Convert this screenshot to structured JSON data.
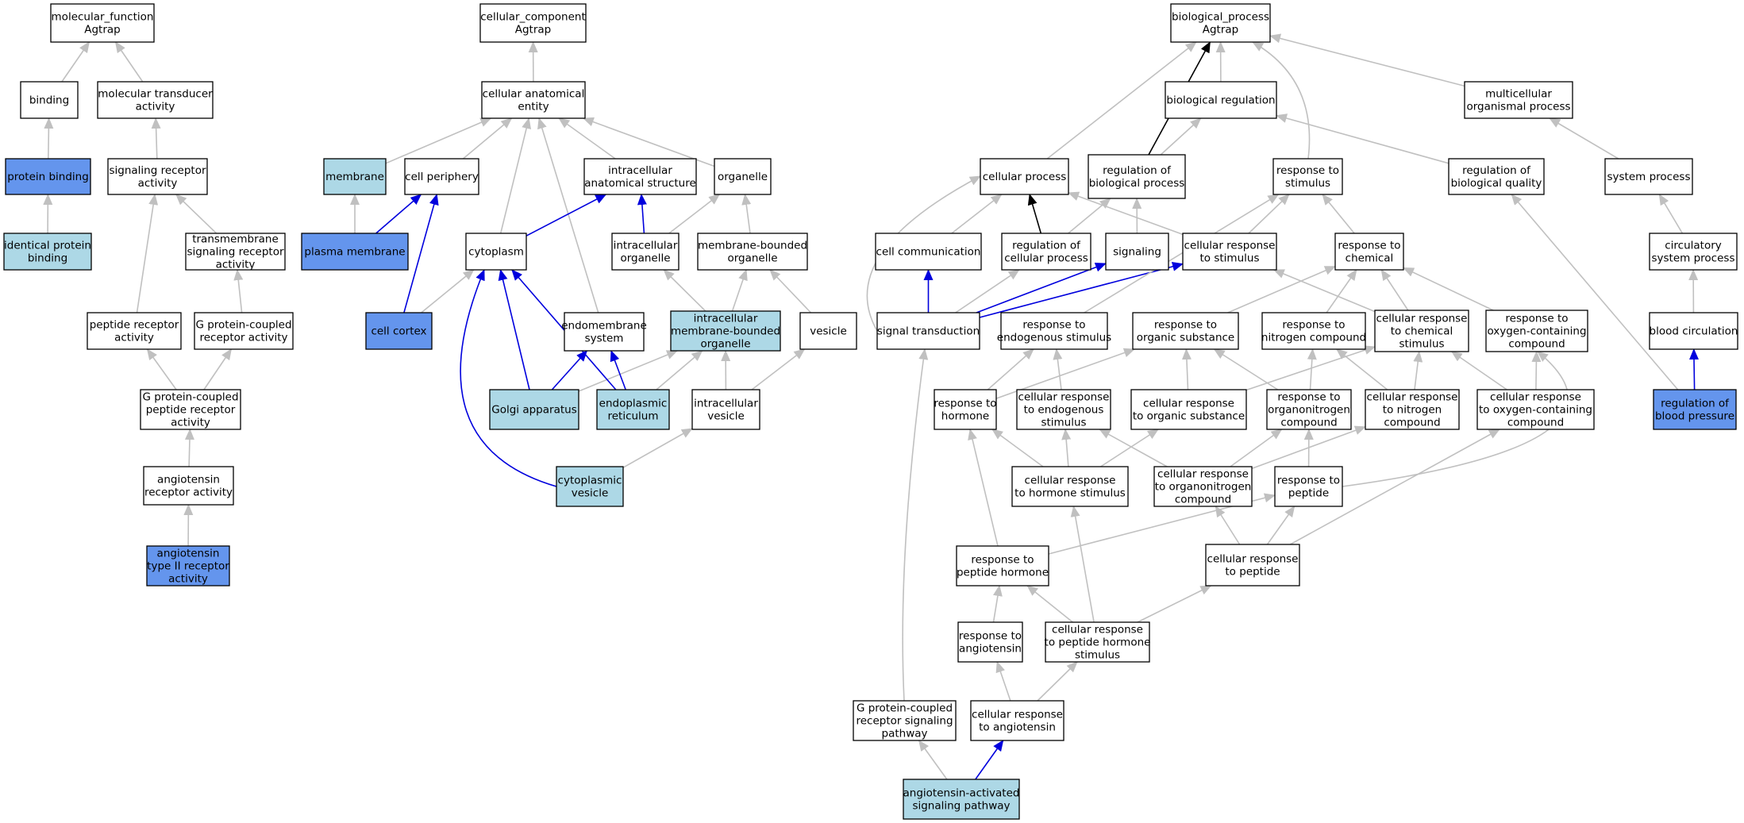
{
  "colors": {
    "default_fill": "#ffffff",
    "associated_fill": "#6495ed",
    "ancestor_fill": "#add8e6",
    "is_a_edge": "#c0c0c0",
    "part_of_edge": "#0000dd",
    "regulates_edge": "#000000"
  },
  "nodes": {
    "mf": {
      "lines": [
        "molecular_function",
        "Agtrap"
      ],
      "kind": "default"
    },
    "binding": {
      "lines": [
        "binding"
      ],
      "kind": "default"
    },
    "mtact": {
      "lines": [
        "molecular transducer",
        "activity"
      ],
      "kind": "default"
    },
    "protbind": {
      "lines": [
        "protein binding"
      ],
      "kind": "associated"
    },
    "sigrec": {
      "lines": [
        "signaling receptor",
        "activity"
      ],
      "kind": "default"
    },
    "idprot": {
      "lines": [
        "identical protein",
        "binding"
      ],
      "kind": "ancestor"
    },
    "tmsig": {
      "lines": [
        "transmembrane",
        "signaling receptor",
        "activity"
      ],
      "kind": "default"
    },
    "peprec": {
      "lines": [
        "peptide receptor",
        "activity"
      ],
      "kind": "default"
    },
    "gpcract": {
      "lines": [
        "G protein-coupled",
        "receptor activity"
      ],
      "kind": "default"
    },
    "gpcrpep": {
      "lines": [
        "G protein-coupled",
        "peptide receptor",
        "activity"
      ],
      "kind": "default"
    },
    "angrec": {
      "lines": [
        "angiotensin",
        "receptor activity"
      ],
      "kind": "default"
    },
    "angii": {
      "lines": [
        "angiotensin",
        "type II receptor",
        "activity"
      ],
      "kind": "associated"
    },
    "cc": {
      "lines": [
        "cellular_component",
        "Agtrap"
      ],
      "kind": "default"
    },
    "cae": {
      "lines": [
        "cellular anatomical",
        "entity"
      ],
      "kind": "default"
    },
    "membrane": {
      "lines": [
        "membrane"
      ],
      "kind": "ancestor"
    },
    "cellper": {
      "lines": [
        "cell periphery"
      ],
      "kind": "default"
    },
    "intras": {
      "lines": [
        "intracellular",
        "anatomical structure"
      ],
      "kind": "default"
    },
    "organelle": {
      "lines": [
        "organelle"
      ],
      "kind": "default"
    },
    "plasma": {
      "lines": [
        "plasma membrane"
      ],
      "kind": "associated"
    },
    "cytoplasm": {
      "lines": [
        "cytoplasm"
      ],
      "kind": "default"
    },
    "intorg": {
      "lines": [
        "intracellular",
        "organelle"
      ],
      "kind": "default"
    },
    "mbo": {
      "lines": [
        "membrane-bounded",
        "organelle"
      ],
      "kind": "default"
    },
    "cortex": {
      "lines": [
        "cell cortex"
      ],
      "kind": "associated"
    },
    "endosys": {
      "lines": [
        "endomembrane",
        "system"
      ],
      "kind": "default"
    },
    "imbo": {
      "lines": [
        "intracellular",
        "membrane-bounded",
        "organelle"
      ],
      "kind": "ancestor"
    },
    "vesicle": {
      "lines": [
        "vesicle"
      ],
      "kind": "default"
    },
    "golgi": {
      "lines": [
        "Golgi apparatus"
      ],
      "kind": "ancestor"
    },
    "er": {
      "lines": [
        "endoplasmic",
        "reticulum"
      ],
      "kind": "ancestor"
    },
    "intves": {
      "lines": [
        "intracellular",
        "vesicle"
      ],
      "kind": "default"
    },
    "cytves": {
      "lines": [
        "cytoplasmic",
        "vesicle"
      ],
      "kind": "ancestor"
    },
    "bp": {
      "lines": [
        "biological_process",
        "Agtrap"
      ],
      "kind": "default"
    },
    "bioreg": {
      "lines": [
        "biological regulation"
      ],
      "kind": "default"
    },
    "multi": {
      "lines": [
        "multicellular",
        "organismal process"
      ],
      "kind": "default"
    },
    "cellproc": {
      "lines": [
        "cellular process"
      ],
      "kind": "default"
    },
    "regbio": {
      "lines": [
        "regulation of",
        "biological process"
      ],
      "kind": "default"
    },
    "respstim": {
      "lines": [
        "response to",
        "stimulus"
      ],
      "kind": "default"
    },
    "regqual": {
      "lines": [
        "regulation of",
        "biological quality"
      ],
      "kind": "default"
    },
    "sysproc": {
      "lines": [
        "system process"
      ],
      "kind": "default"
    },
    "cellcomm": {
      "lines": [
        "cell communication"
      ],
      "kind": "default"
    },
    "regcell": {
      "lines": [
        "regulation of",
        "cellular process"
      ],
      "kind": "default"
    },
    "signaling": {
      "lines": [
        "signaling"
      ],
      "kind": "default"
    },
    "cellrespstim": {
      "lines": [
        "cellular response",
        "to stimulus"
      ],
      "kind": "default"
    },
    "respchem": {
      "lines": [
        "response to",
        "chemical"
      ],
      "kind": "default"
    },
    "circ": {
      "lines": [
        "circulatory",
        "system process"
      ],
      "kind": "default"
    },
    "sigtrans": {
      "lines": [
        "signal transduction"
      ],
      "kind": "default"
    },
    "respendo": {
      "lines": [
        "response to",
        "endogenous stimulus"
      ],
      "kind": "default"
    },
    "resporg": {
      "lines": [
        "response to",
        "organic substance"
      ],
      "kind": "default"
    },
    "respnit": {
      "lines": [
        "response to",
        "nitrogen compound"
      ],
      "kind": "default"
    },
    "cellrespchem": {
      "lines": [
        "cellular response",
        "to chemical",
        "stimulus"
      ],
      "kind": "default"
    },
    "respoxy": {
      "lines": [
        "response to",
        "oxygen-containing",
        "compound"
      ],
      "kind": "default"
    },
    "bloodcirc": {
      "lines": [
        "blood circulation"
      ],
      "kind": "default"
    },
    "resphorm": {
      "lines": [
        "response to",
        "hormone"
      ],
      "kind": "default"
    },
    "cellrespendo": {
      "lines": [
        "cellular response",
        "to endogenous",
        "stimulus"
      ],
      "kind": "default"
    },
    "cellresporg": {
      "lines": [
        "cellular response",
        "to organic substance"
      ],
      "kind": "default"
    },
    "respon": {
      "lines": [
        "response to",
        "organonitrogen",
        "compound"
      ],
      "kind": "default"
    },
    "cellrespnit": {
      "lines": [
        "cellular response",
        "to nitrogen",
        "compound"
      ],
      "kind": "default"
    },
    "cellrespoxy": {
      "lines": [
        "cellular response",
        "to oxygen-containing",
        "compound"
      ],
      "kind": "default"
    },
    "regbp": {
      "lines": [
        "regulation of",
        "blood pressure"
      ],
      "kind": "associated"
    },
    "cellresphorm": {
      "lines": [
        "cellular response",
        "to hormone stimulus"
      ],
      "kind": "default"
    },
    "cellrespon": {
      "lines": [
        "cellular response",
        "to organonitrogen",
        "compound"
      ],
      "kind": "default"
    },
    "resppep": {
      "lines": [
        "response to",
        "peptide"
      ],
      "kind": "default"
    },
    "resppephorm": {
      "lines": [
        "response to",
        "peptide hormone"
      ],
      "kind": "default"
    },
    "cellresppep": {
      "lines": [
        "cellular response",
        "to peptide"
      ],
      "kind": "default"
    },
    "respang": {
      "lines": [
        "response to",
        "angiotensin"
      ],
      "kind": "default"
    },
    "cellresppephorm": {
      "lines": [
        "cellular response",
        "to peptide hormone",
        "stimulus"
      ],
      "kind": "default"
    },
    "gpcrsig": {
      "lines": [
        "G protein-coupled",
        "receptor signaling",
        "pathway"
      ],
      "kind": "default"
    },
    "cellrespang": {
      "lines": [
        "cellular response",
        "to angiotensin"
      ],
      "kind": "default"
    },
    "angsig": {
      "lines": [
        "angiotensin-activated",
        "signaling pathway"
      ],
      "kind": "ancestor"
    }
  },
  "edges": [
    {
      "from": "binding",
      "to": "mf",
      "rel": "is_a"
    },
    {
      "from": "mtact",
      "to": "mf",
      "rel": "is_a"
    },
    {
      "from": "protbind",
      "to": "binding",
      "rel": "is_a"
    },
    {
      "from": "sigrec",
      "to": "mtact",
      "rel": "is_a"
    },
    {
      "from": "idprot",
      "to": "protbind",
      "rel": "is_a"
    },
    {
      "from": "tmsig",
      "to": "sigrec",
      "rel": "is_a"
    },
    {
      "from": "peprec",
      "to": "sigrec",
      "rel": "is_a"
    },
    {
      "from": "gpcract",
      "to": "tmsig",
      "rel": "is_a"
    },
    {
      "from": "gpcrpep",
      "to": "peprec",
      "rel": "is_a"
    },
    {
      "from": "gpcrpep",
      "to": "gpcract",
      "rel": "is_a"
    },
    {
      "from": "angrec",
      "to": "gpcrpep",
      "rel": "is_a"
    },
    {
      "from": "angii",
      "to": "angrec",
      "rel": "is_a"
    },
    {
      "from": "cae",
      "to": "cc",
      "rel": "is_a"
    },
    {
      "from": "membrane",
      "to": "cae",
      "rel": "is_a"
    },
    {
      "from": "cellper",
      "to": "cae",
      "rel": "is_a"
    },
    {
      "from": "intras",
      "to": "cae",
      "rel": "is_a"
    },
    {
      "from": "organelle",
      "to": "cae",
      "rel": "is_a"
    },
    {
      "from": "cytoplasm",
      "to": "cae",
      "rel": "is_a"
    },
    {
      "from": "endosys",
      "to": "cae",
      "rel": "is_a"
    },
    {
      "from": "plasma",
      "to": "membrane",
      "rel": "is_a"
    },
    {
      "from": "plasma",
      "to": "cellper",
      "rel": "part_of"
    },
    {
      "from": "cytoplasm",
      "to": "intras",
      "rel": "part_of"
    },
    {
      "from": "intorg",
      "to": "intras",
      "rel": "part_of"
    },
    {
      "from": "intorg",
      "to": "organelle",
      "rel": "is_a"
    },
    {
      "from": "mbo",
      "to": "organelle",
      "rel": "is_a"
    },
    {
      "from": "cortex",
      "to": "cellper",
      "rel": "part_of"
    },
    {
      "from": "cortex",
      "to": "cytoplasm",
      "rel": "is_a"
    },
    {
      "from": "imbo",
      "to": "intorg",
      "rel": "is_a"
    },
    {
      "from": "imbo",
      "to": "mbo",
      "rel": "is_a"
    },
    {
      "from": "vesicle",
      "to": "mbo",
      "rel": "is_a"
    },
    {
      "from": "golgi",
      "to": "cytoplasm",
      "rel": "part_of"
    },
    {
      "from": "golgi",
      "to": "endosys",
      "rel": "part_of"
    },
    {
      "from": "golgi",
      "to": "imbo",
      "rel": "is_a"
    },
    {
      "from": "er",
      "to": "cytoplasm",
      "rel": "part_of"
    },
    {
      "from": "er",
      "to": "endosys",
      "rel": "part_of"
    },
    {
      "from": "er",
      "to": "imbo",
      "rel": "is_a"
    },
    {
      "from": "intves",
      "to": "imbo",
      "rel": "is_a"
    },
    {
      "from": "intves",
      "to": "vesicle",
      "rel": "is_a"
    },
    {
      "from": "cytves",
      "to": "cytoplasm",
      "rel": "part_of"
    },
    {
      "from": "cytves",
      "to": "intves",
      "rel": "is_a"
    },
    {
      "from": "bioreg",
      "to": "bp",
      "rel": "is_a"
    },
    {
      "from": "multi",
      "to": "bp",
      "rel": "is_a"
    },
    {
      "from": "cellproc",
      "to": "bp",
      "rel": "is_a"
    },
    {
      "from": "regbio",
      "to": "bp",
      "rel": "regulates"
    },
    {
      "from": "regbio",
      "to": "bioreg",
      "rel": "is_a"
    },
    {
      "from": "respstim",
      "to": "bp",
      "rel": "is_a"
    },
    {
      "from": "regqual",
      "to": "bioreg",
      "rel": "is_a"
    },
    {
      "from": "sysproc",
      "to": "multi",
      "rel": "is_a"
    },
    {
      "from": "cellcomm",
      "to": "cellproc",
      "rel": "is_a"
    },
    {
      "from": "regcell",
      "to": "cellproc",
      "rel": "regulates"
    },
    {
      "from": "regcell",
      "to": "regbio",
      "rel": "is_a"
    },
    {
      "from": "signaling",
      "to": "regbio",
      "rel": "is_a"
    },
    {
      "from": "cellrespstim",
      "to": "cellproc",
      "rel": "is_a"
    },
    {
      "from": "cellrespstim",
      "to": "respstim",
      "rel": "is_a"
    },
    {
      "from": "respchem",
      "to": "respstim",
      "rel": "is_a"
    },
    {
      "from": "circ",
      "to": "sysproc",
      "rel": "is_a"
    },
    {
      "from": "sigtrans",
      "to": "cellproc",
      "rel": "is_a"
    },
    {
      "from": "sigtrans",
      "to": "cellcomm",
      "rel": "part_of"
    },
    {
      "from": "sigtrans",
      "to": "regcell",
      "rel": "is_a"
    },
    {
      "from": "sigtrans",
      "to": "signaling",
      "rel": "part_of"
    },
    {
      "from": "sigtrans",
      "to": "cellrespstim",
      "rel": "part_of"
    },
    {
      "from": "respendo",
      "to": "respstim",
      "rel": "is_a"
    },
    {
      "from": "resporg",
      "to": "respchem",
      "rel": "is_a"
    },
    {
      "from": "respnit",
      "to": "respchem",
      "rel": "is_a"
    },
    {
      "from": "cellrespchem",
      "to": "respchem",
      "rel": "is_a"
    },
    {
      "from": "cellrespchem",
      "to": "cellrespstim",
      "rel": "is_a"
    },
    {
      "from": "respoxy",
      "to": "respchem",
      "rel": "is_a"
    },
    {
      "from": "bloodcirc",
      "to": "circ",
      "rel": "is_a"
    },
    {
      "from": "resphorm",
      "to": "respendo",
      "rel": "is_a"
    },
    {
      "from": "resphorm",
      "to": "resporg",
      "rel": "is_a"
    },
    {
      "from": "cellrespendo",
      "to": "respendo",
      "rel": "is_a"
    },
    {
      "from": "cellresporg",
      "to": "resporg",
      "rel": "is_a"
    },
    {
      "from": "cellresporg",
      "to": "cellrespchem",
      "rel": "is_a"
    },
    {
      "from": "respon",
      "to": "resporg",
      "rel": "is_a"
    },
    {
      "from": "respon",
      "to": "respnit",
      "rel": "is_a"
    },
    {
      "from": "cellrespnit",
      "to": "respnit",
      "rel": "is_a"
    },
    {
      "from": "cellrespnit",
      "to": "cellrespchem",
      "rel": "is_a"
    },
    {
      "from": "cellrespoxy",
      "to": "cellrespchem",
      "rel": "is_a"
    },
    {
      "from": "cellrespoxy",
      "to": "respoxy",
      "rel": "is_a"
    },
    {
      "from": "regbp",
      "to": "regqual",
      "rel": "is_a"
    },
    {
      "from": "regbp",
      "to": "bloodcirc",
      "rel": "part_of"
    },
    {
      "from": "cellresphorm",
      "to": "resphorm",
      "rel": "is_a"
    },
    {
      "from": "cellresphorm",
      "to": "cellrespendo",
      "rel": "is_a"
    },
    {
      "from": "cellresphorm",
      "to": "cellresporg",
      "rel": "is_a"
    },
    {
      "from": "cellrespon",
      "to": "cellrespendo",
      "rel": "is_a"
    },
    {
      "from": "cellrespon",
      "to": "respon",
      "rel": "is_a"
    },
    {
      "from": "cellrespon",
      "to": "cellrespnit",
      "rel": "is_a"
    },
    {
      "from": "resppep",
      "to": "respon",
      "rel": "is_a"
    },
    {
      "from": "resppep",
      "to": "respoxy",
      "rel": "is_a"
    },
    {
      "from": "resppephorm",
      "to": "resphorm",
      "rel": "is_a"
    },
    {
      "from": "resppephorm",
      "to": "resppep",
      "rel": "is_a"
    },
    {
      "from": "cellresppep",
      "to": "cellrespon",
      "rel": "is_a"
    },
    {
      "from": "cellresppep",
      "to": "resppep",
      "rel": "is_a"
    },
    {
      "from": "cellresppep",
      "to": "cellrespoxy",
      "rel": "is_a"
    },
    {
      "from": "respang",
      "to": "resppephorm",
      "rel": "is_a"
    },
    {
      "from": "cellresppephorm",
      "to": "resppephorm",
      "rel": "is_a"
    },
    {
      "from": "cellresppephorm",
      "to": "cellresphorm",
      "rel": "is_a"
    },
    {
      "from": "cellresppephorm",
      "to": "cellresppep",
      "rel": "is_a"
    },
    {
      "from": "gpcrsig",
      "to": "sigtrans",
      "rel": "is_a"
    },
    {
      "from": "cellrespang",
      "to": "respang",
      "rel": "is_a"
    },
    {
      "from": "cellrespang",
      "to": "cellresppephorm",
      "rel": "is_a"
    },
    {
      "from": "angsig",
      "to": "gpcrsig",
      "rel": "is_a"
    },
    {
      "from": "angsig",
      "to": "cellrespang",
      "rel": "part_of"
    }
  ]
}
